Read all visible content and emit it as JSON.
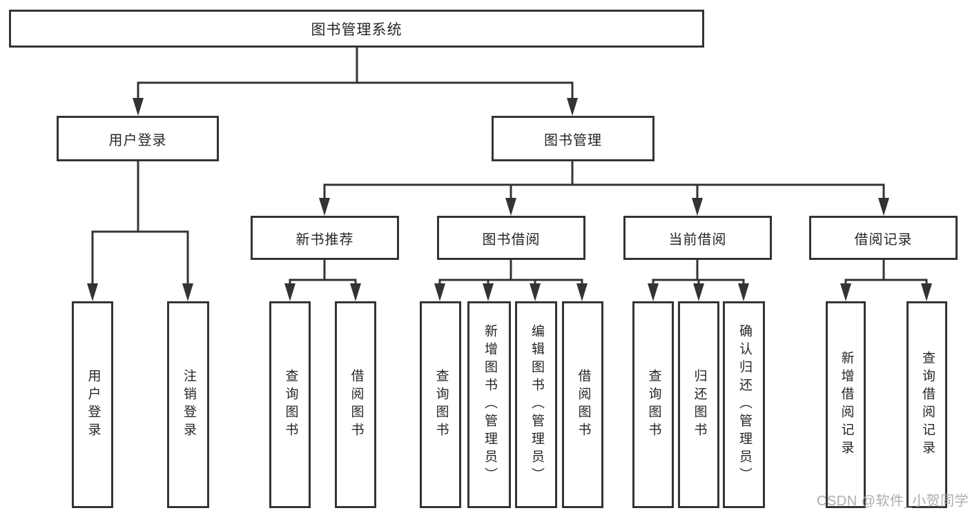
{
  "tree": {
    "label": "图书管理系统",
    "children": [
      {
        "label": "用户登录",
        "children": [
          {
            "label": "用户登录"
          },
          {
            "label": "注销登录"
          }
        ]
      },
      {
        "label": "图书管理",
        "children": [
          {
            "label": "新书推荐",
            "children": [
              {
                "label": "查询图书"
              },
              {
                "label": "借阅图书"
              }
            ]
          },
          {
            "label": "图书借阅",
            "children": [
              {
                "label": "查询图书"
              },
              {
                "label": "新增图书（管理员）"
              },
              {
                "label": "编辑图书（管理员）"
              },
              {
                "label": "借阅图书"
              }
            ]
          },
          {
            "label": "当前借阅",
            "children": [
              {
                "label": "查询图书"
              },
              {
                "label": "归还图书"
              },
              {
                "label": "确认归还（管理员）"
              }
            ]
          },
          {
            "label": "借阅记录",
            "children": [
              {
                "label": "新增借阅记录"
              },
              {
                "label": "查询借阅记录"
              }
            ]
          }
        ]
      }
    ]
  },
  "watermark": {
    "text": "CSDN @软件_小贺同学"
  },
  "colors": {
    "line": "#333333",
    "box_border": "#333333",
    "box_fill": "#ffffff",
    "text": "#262626",
    "watermark": "#a8a8ae"
  }
}
